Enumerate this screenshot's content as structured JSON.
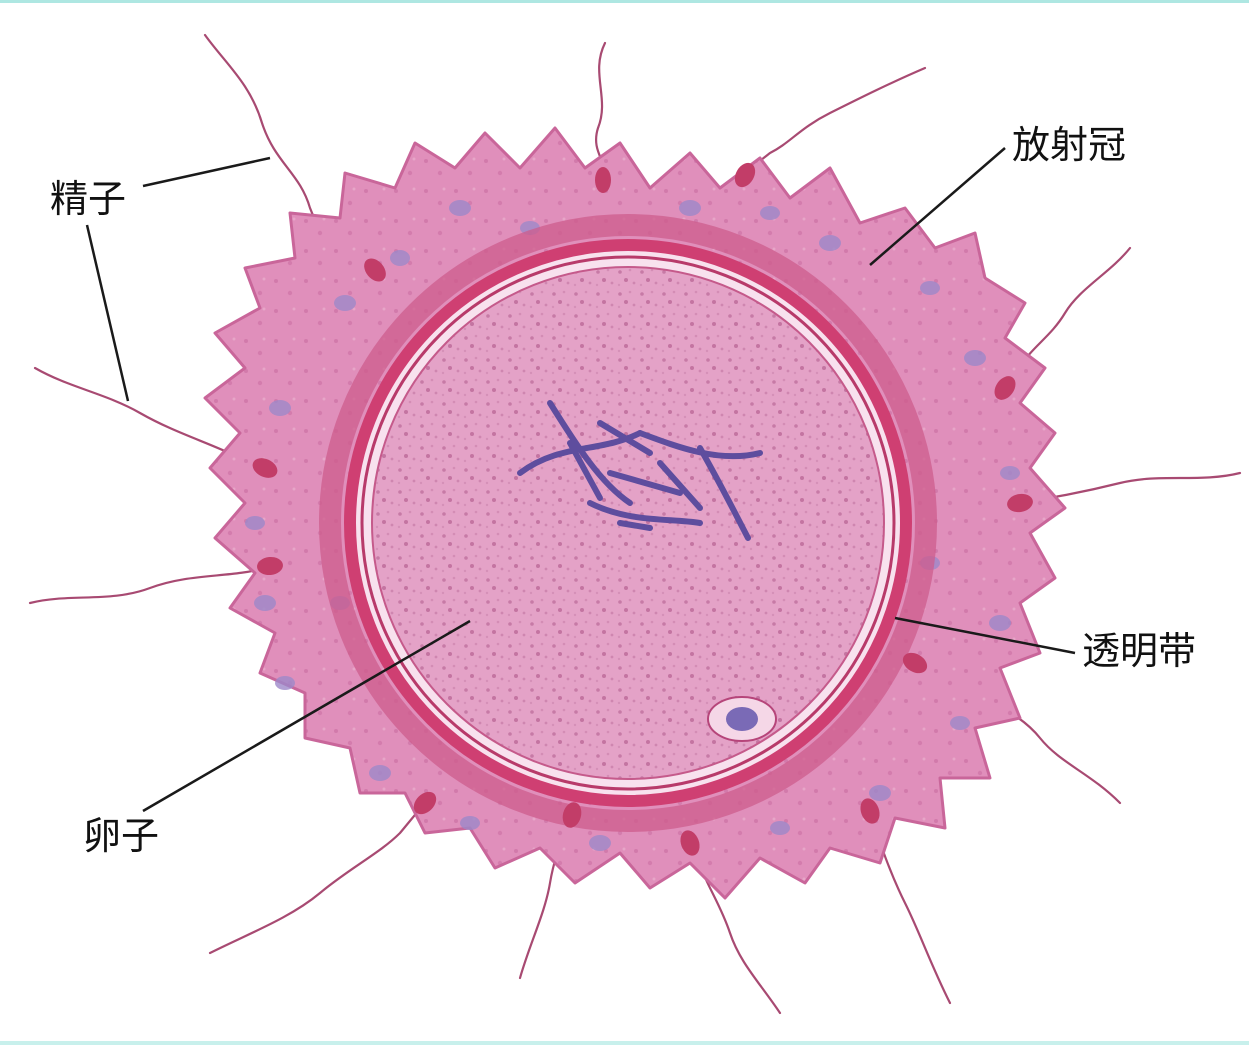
{
  "labels": {
    "sperm": "精子",
    "corona_radiata": "放射冠",
    "zona_pellucida": "透明带",
    "egg": "卵子"
  },
  "colors": {
    "corona_fill": "#e296bf",
    "corona_dark": "#c9669a",
    "zona_ring": "#cf3f72",
    "egg_cytoplasm": "#e7a9cc",
    "nucleus_cell": "#9d88c9",
    "chromosomes": "#5e4d9e",
    "sperm_head": "#c23d68",
    "frame_border": "#aee7e2"
  }
}
